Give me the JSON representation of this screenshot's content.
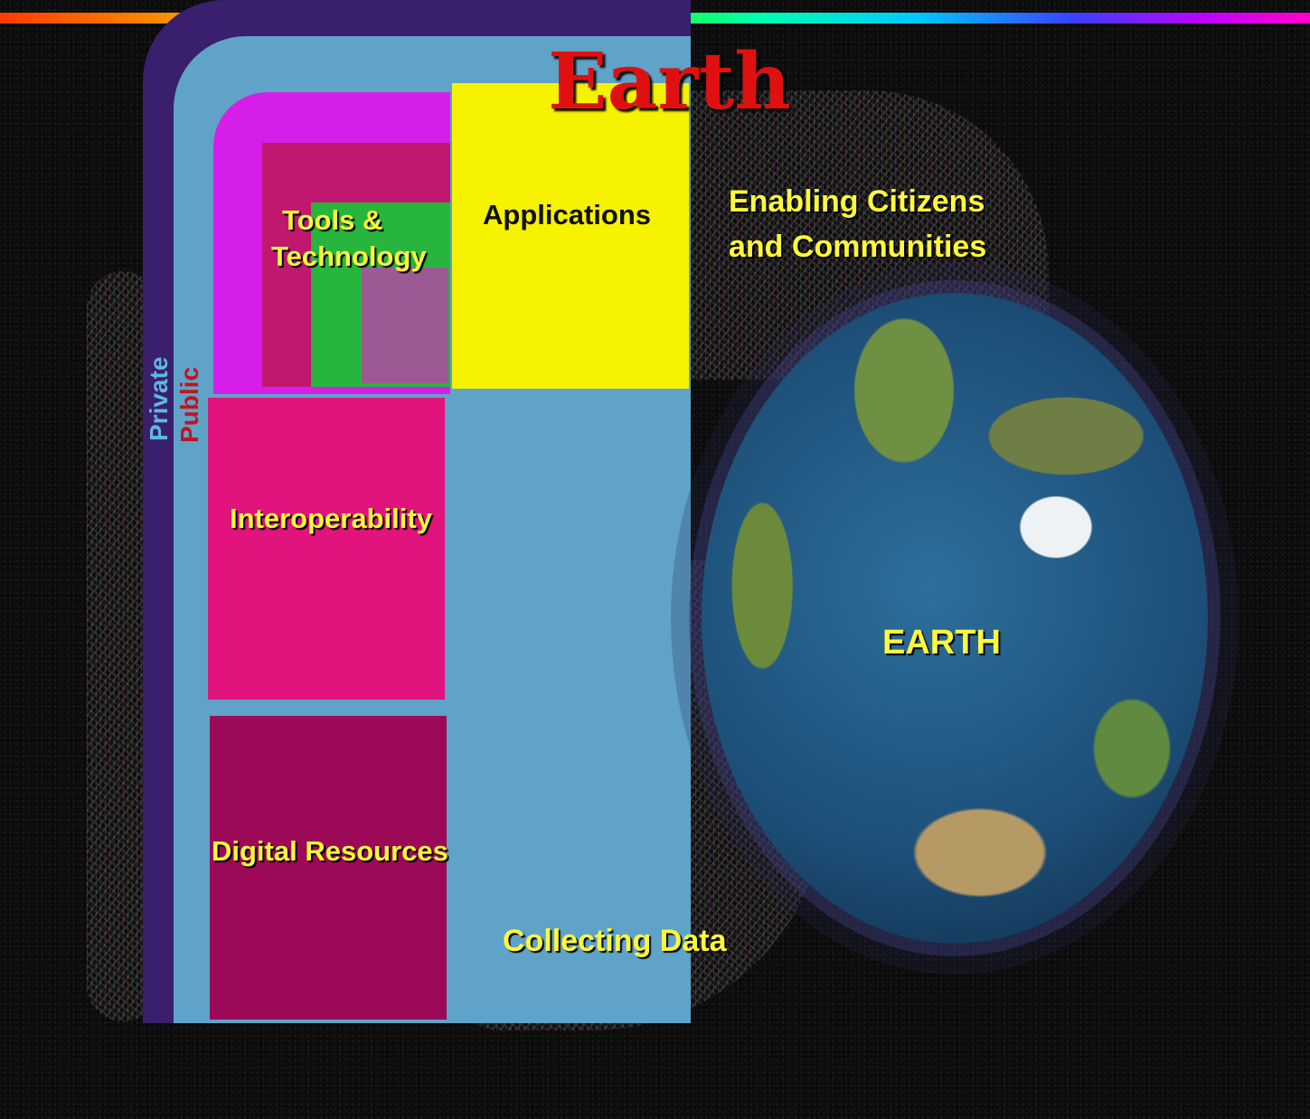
{
  "title": "Earth",
  "layers": {
    "private": "Private",
    "public": "Public",
    "tools_line1": "Tools &",
    "tools_line2": "Technology",
    "applications": "Applications",
    "interoperability": "Interoperability",
    "digital_resources": "Digital Resources"
  },
  "annotations": {
    "enabling_line1": "Enabling Citizens",
    "enabling_line2": "and Communities",
    "collecting": "Collecting Data",
    "earth": "EARTH"
  },
  "colors": {
    "title": "#e01010",
    "label": "#fff83a",
    "private": "#5fb8e0",
    "public": "#c0141e",
    "applications": "#f6f200",
    "interoperability": "#e0147c",
    "digital_resources": "#9c0a57"
  }
}
